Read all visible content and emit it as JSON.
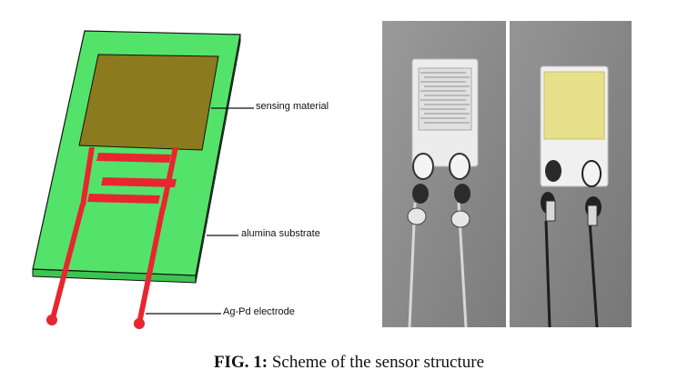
{
  "figure": {
    "labels": {
      "sensing_material": "sensing material",
      "alumina_substrate": "alumina substrate",
      "electrode": "Ag-Pd electrode"
    },
    "caption": {
      "prefix": "FIG. 1:",
      "text": "Scheme of the sensor structure"
    },
    "colors": {
      "substrate": "#54e36a",
      "sensing_material": "#8c7a1e",
      "electrode": "#e8262f",
      "photo_background": "#8c8c8c"
    }
  }
}
